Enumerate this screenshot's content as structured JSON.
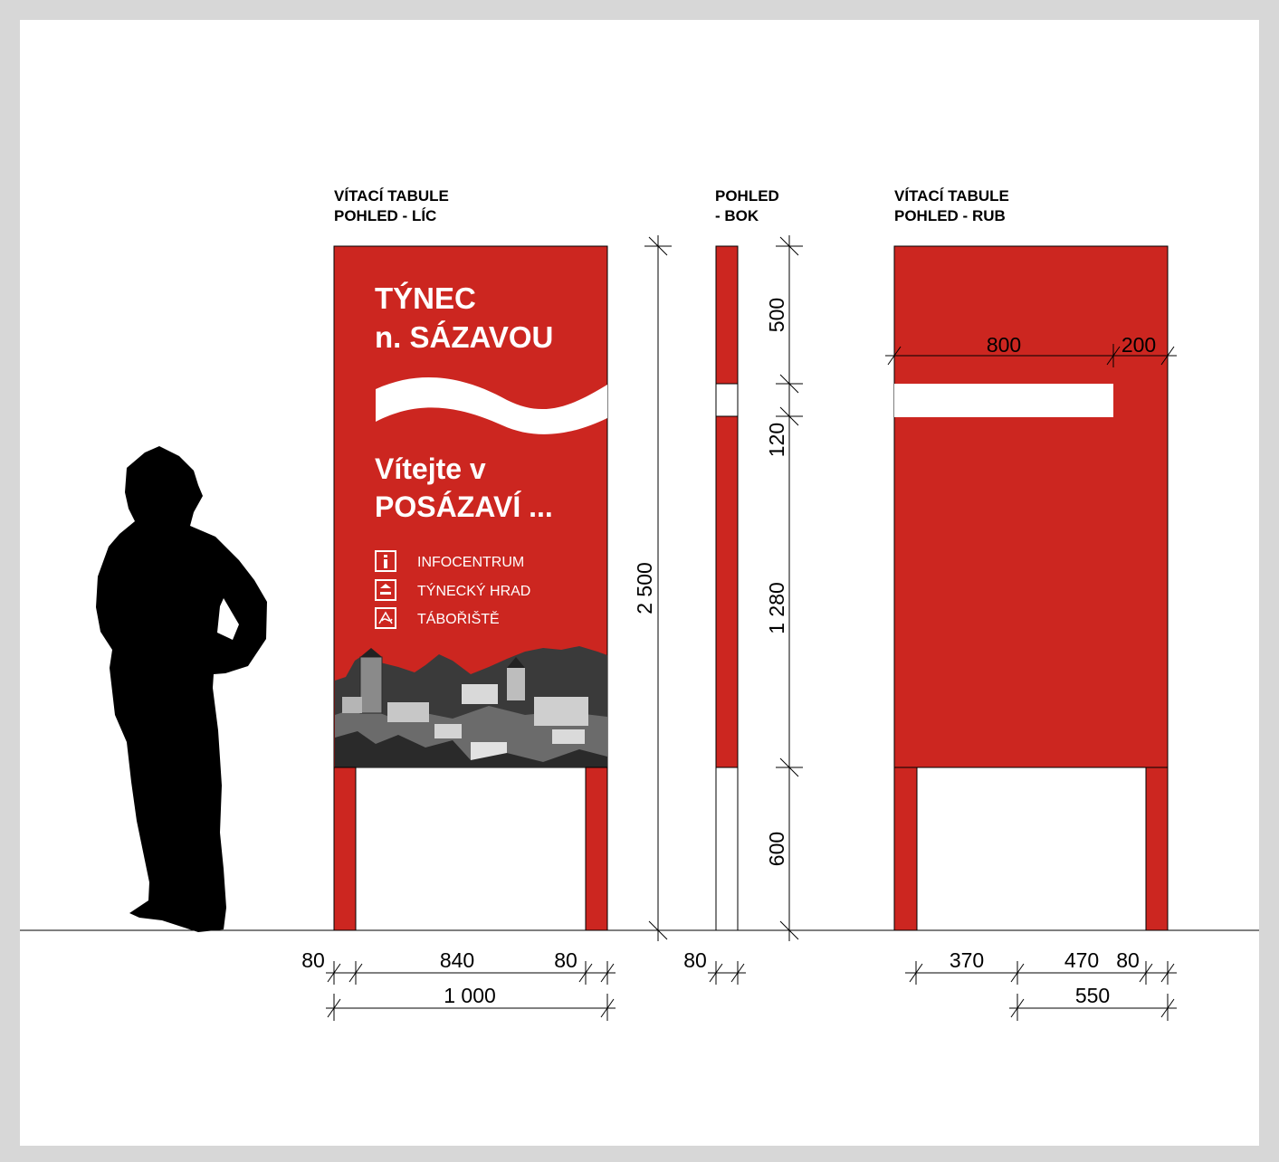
{
  "colors": {
    "sign_red": "#cc2620",
    "frame_gray": "#d7d7d7",
    "white": "#ffffff",
    "black": "#000000"
  },
  "views": {
    "front": {
      "title_line1": "VÍTACÍ TABULE",
      "title_line2": "POHLED - LÍC"
    },
    "side": {
      "title_line1": "POHLED",
      "title_line2": "- BOK"
    },
    "back": {
      "title_line1": "VÍTACÍ TABULE",
      "title_line2": "POHLED - RUB"
    }
  },
  "sign": {
    "town_line1": "TÝNEC",
    "town_line2": "n. SÁZAVOU",
    "welcome_line1": "Vítejte v",
    "welcome_line2": "POSÁZAVÍ ...",
    "items": [
      {
        "icon": "info-icon",
        "label": "INFOCENTRUM"
      },
      {
        "icon": "castle-icon",
        "label": "TÝNECKÝ HRAD"
      },
      {
        "icon": "tent-icon",
        "label": "TÁBOŘIŠTĚ"
      }
    ]
  },
  "dimensions": {
    "front_height": "2 500",
    "front_post": "80",
    "front_gap": "840",
    "front_post2": "80",
    "front_total": "1 000",
    "side_top": "500",
    "side_strip": "120",
    "side_panel": "1 280",
    "side_legs": "600",
    "side_depth": "80",
    "back_strip_length": "800",
    "back_strip_rest": "200",
    "back_a": "370",
    "back_b": "470",
    "back_c": "80",
    "back_total": "550"
  }
}
